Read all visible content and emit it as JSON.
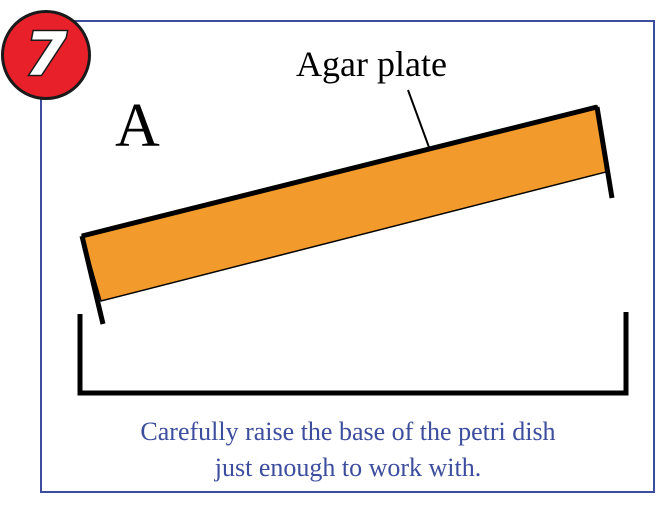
{
  "step": {
    "number": "7",
    "badge_color": "#e8202a"
  },
  "panel": {
    "letter": "A"
  },
  "callout": {
    "label": "Agar plate"
  },
  "caption": {
    "line1": "Carefully raise the base of the petri dish",
    "line2": "just enough to work with."
  },
  "colors": {
    "frame": "#3d4d9e",
    "agar": "#f39a2c",
    "caption_text": "#3d4d9e",
    "outline": "#000000"
  }
}
